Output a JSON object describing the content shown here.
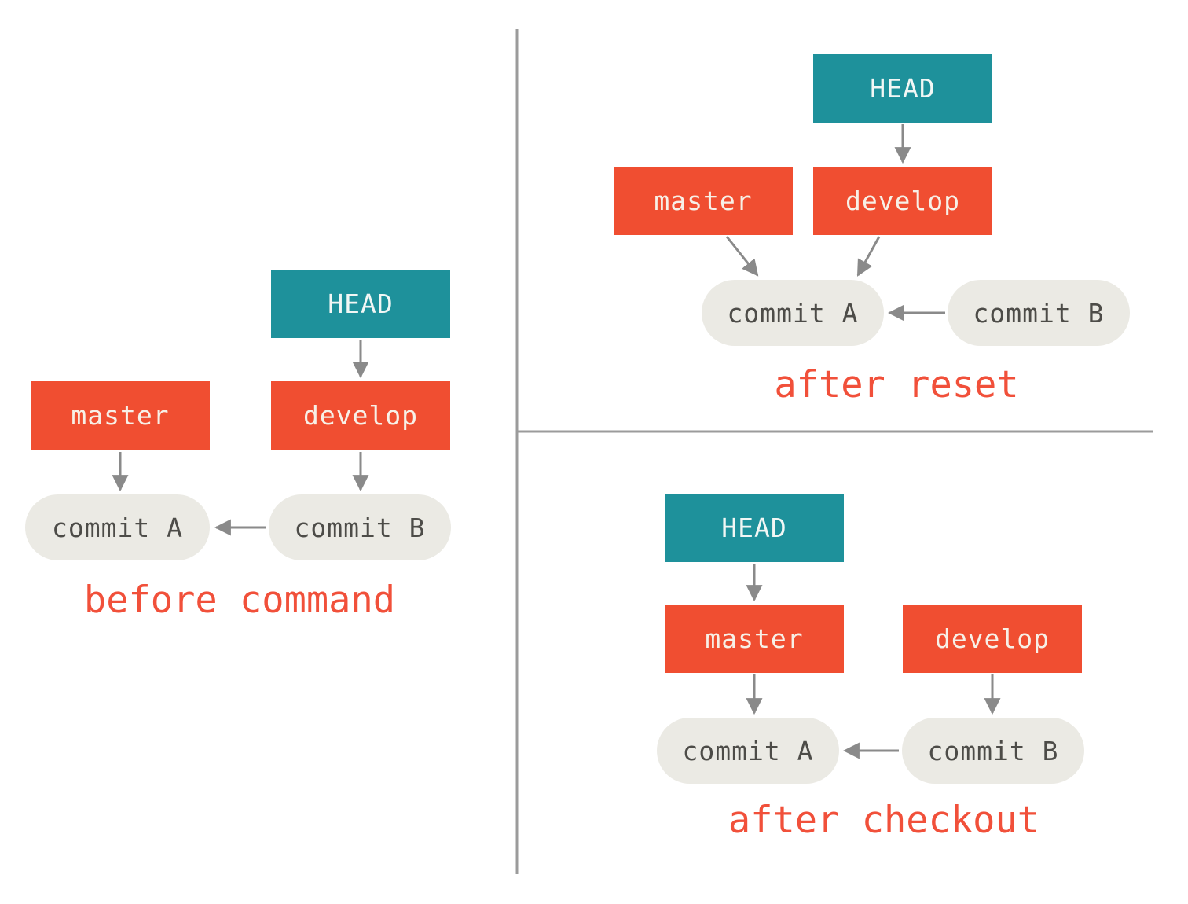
{
  "colors": {
    "head_box": "#1e919b",
    "branch_box": "#f04e31",
    "commit_pill_bg": "#ebeae4",
    "commit_pill_text": "#4d4c48",
    "caption_text": "#f1503a",
    "arrow": "#8a8a8a",
    "divider": "#9b9b9b",
    "background": "#ffffff"
  },
  "panels": {
    "before_command": {
      "caption": "before command",
      "head_label": "HEAD",
      "master_label": "master",
      "develop_label": "develop",
      "commit_a_label": "commit A",
      "commit_b_label": "commit B",
      "edges": [
        "HEAD -> develop",
        "master -> commit A",
        "develop -> commit B",
        "commit B -> commit A"
      ]
    },
    "after_reset": {
      "caption": "after reset",
      "head_label": "HEAD",
      "master_label": "master",
      "develop_label": "develop",
      "commit_a_label": "commit A",
      "commit_b_label": "commit B",
      "edges": [
        "HEAD -> develop",
        "master -> commit A",
        "develop -> commit A",
        "commit B -> commit A"
      ]
    },
    "after_checkout": {
      "caption": "after checkout",
      "head_label": "HEAD",
      "master_label": "master",
      "develop_label": "develop",
      "commit_a_label": "commit A",
      "commit_b_label": "commit B",
      "edges": [
        "HEAD -> master",
        "master -> commit A",
        "develop -> commit B",
        "commit B -> commit A"
      ]
    }
  }
}
